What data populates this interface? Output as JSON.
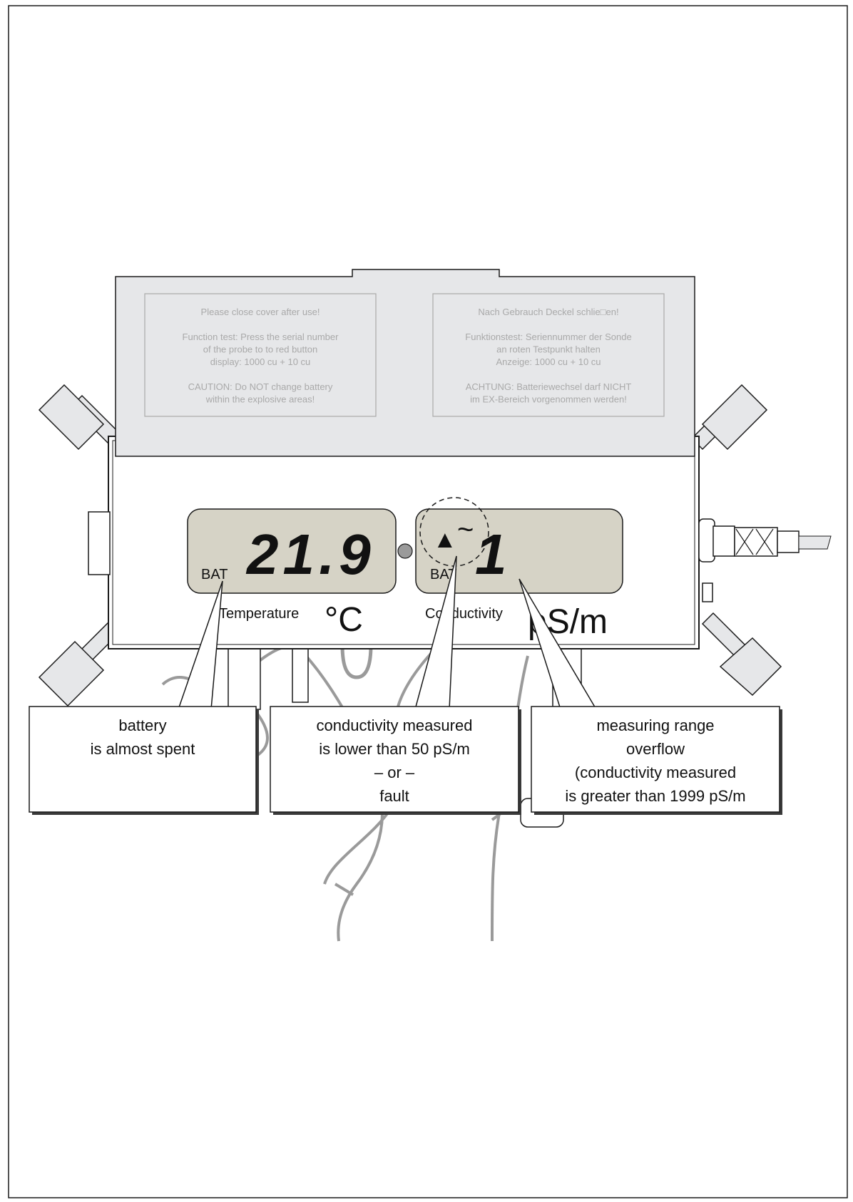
{
  "page_caption": "",
  "cover_left": {
    "lines": [
      "Please close cover after use!",
      "",
      "Function test: Press the serial number",
      "of the probe to to red button",
      "display: 1000 cu + 10 cu",
      "",
      "CAUTION: Do NOT change battery",
      "within the explosive areas!"
    ]
  },
  "cover_right": {
    "lines": [
      "Nach Gebrauch Deckel schlie□en!",
      "",
      "Funktionstest: Seriennummer der Sonde",
      "an roten Testpunkt halten",
      "Anzeige: 1000 cu + 10 cu",
      "",
      "ACHTUNG: Batteriewechsel darf NICHT",
      "im EX-Bereich vorgenommen werden!"
    ]
  },
  "display_left": {
    "bat": "BAT",
    "value": "21.9",
    "label": "Temperature",
    "unit": "°C"
  },
  "display_right": {
    "bat": "BAT",
    "symbol": "▲",
    "tilde": "~",
    "value": "1",
    "label": "Conductivity",
    "unit": "pS/m"
  },
  "callouts": [
    {
      "id": "battery",
      "lines": [
        "battery",
        "is almost spent"
      ]
    },
    {
      "id": "low",
      "lines": [
        "conductivity measured",
        "is lower than 50 pS/m",
        "– or –",
        "fault"
      ]
    },
    {
      "id": "overflow",
      "lines": [
        "measuring range",
        "overflow",
        "(conductivity measured",
        "is greater than 1999 pS/m"
      ]
    }
  ],
  "colors": {
    "cover": "#e6e7e9",
    "lcd": "#d6d3c6",
    "stroke": "#1a1a1a",
    "grey_wire": "#9a9a9a"
  }
}
